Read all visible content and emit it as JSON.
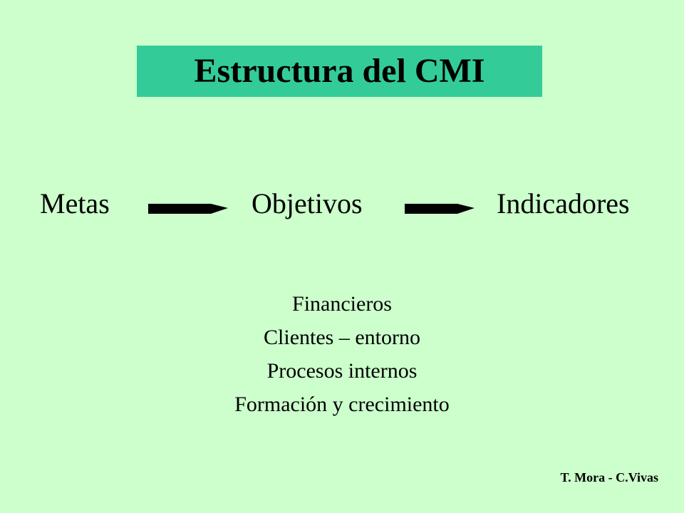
{
  "title": "Estructura del CMI",
  "colors": {
    "background": "#ccffcc",
    "title_box": "#33cc99"
  },
  "flow": {
    "step1": "Metas",
    "step2": "Objetivos",
    "step3": "Indicadores"
  },
  "perspectives": [
    "Financieros",
    "Clientes – entorno",
    "Procesos internos",
    "Formación y crecimiento"
  ],
  "credit": "T. Mora - C.Vivas"
}
